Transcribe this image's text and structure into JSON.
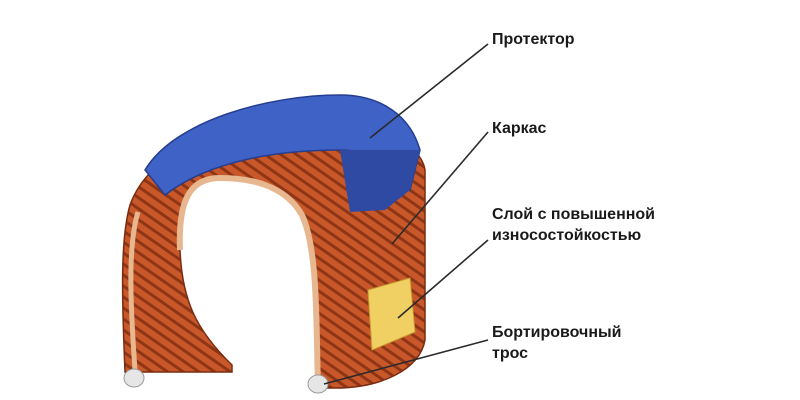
{
  "labels": {
    "tread": "Протектор",
    "carcass": "Каркас",
    "wear_layer_line1": "Слой с повышенной",
    "wear_layer_line2": "износостойкостью",
    "bead_line1": "Бортировочный",
    "bead_line2": "трос"
  },
  "colors": {
    "tread": "#3f62c6",
    "tread_dark": "#2f4aa3",
    "carcass": "#c8582a",
    "carcass_stripe": "#8e3516",
    "inner_edge": "#e7b78f",
    "wear_layer": "#f0cf63",
    "bead": "#e6e6e6",
    "leader_line": "#2a2a2a"
  }
}
